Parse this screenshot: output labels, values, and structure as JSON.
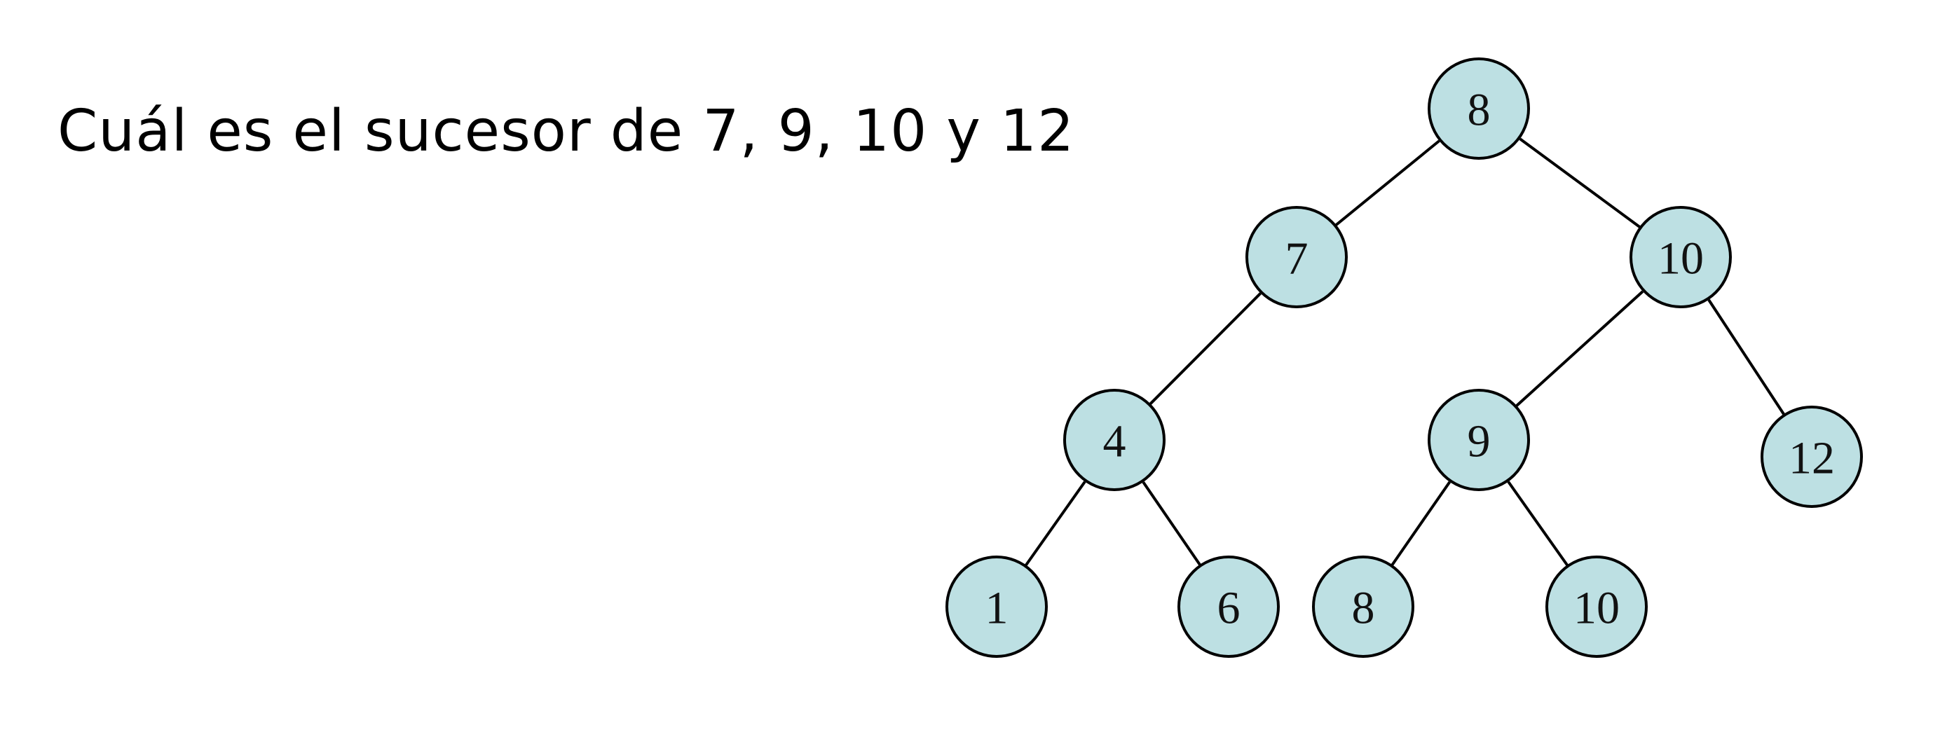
{
  "slide": {
    "question": "Cuál es el sucesor de 7, 9, 10 y 12"
  },
  "tree": {
    "node_fill": "#bde0e3",
    "stroke": "#000000",
    "nodes": [
      {
        "id": "root",
        "label": "8"
      },
      {
        "id": "n7",
        "label": "7"
      },
      {
        "id": "n10",
        "label": "10"
      },
      {
        "id": "n4",
        "label": "4"
      },
      {
        "id": "n9",
        "label": "9"
      },
      {
        "id": "n12",
        "label": "12"
      },
      {
        "id": "n1",
        "label": "1"
      },
      {
        "id": "n6",
        "label": "6"
      },
      {
        "id": "n8b",
        "label": "8"
      },
      {
        "id": "n10b",
        "label": "10"
      }
    ],
    "edges": [
      {
        "from": "root",
        "to": "n7"
      },
      {
        "from": "root",
        "to": "n10"
      },
      {
        "from": "n7",
        "to": "n4"
      },
      {
        "from": "n10",
        "to": "n9"
      },
      {
        "from": "n10",
        "to": "n12"
      },
      {
        "from": "n4",
        "to": "n1"
      },
      {
        "from": "n4",
        "to": "n6"
      },
      {
        "from": "n9",
        "to": "n8b"
      },
      {
        "from": "n9",
        "to": "n10b"
      }
    ]
  }
}
